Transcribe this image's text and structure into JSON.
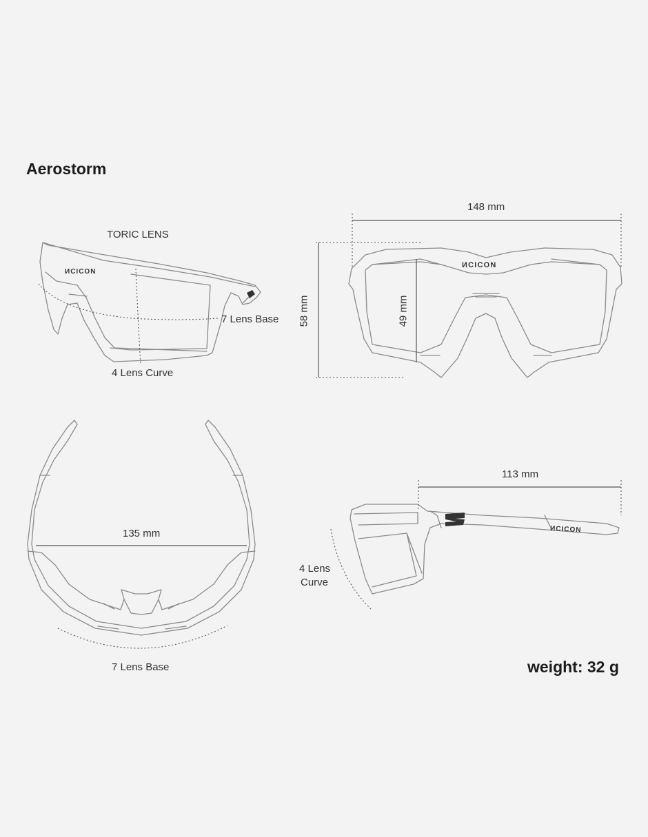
{
  "header": {
    "title": "Aerostorm"
  },
  "footer": {
    "weight": "weight: 32 g"
  },
  "views": {
    "front_angle": {
      "lens_type": "TORIC LENS",
      "base_label": "7 Lens Base",
      "curve_label": "4 Lens Curve"
    },
    "front": {
      "width_label": "148 mm",
      "height_label": "58 mm",
      "lens_height_label": "49 mm"
    },
    "top": {
      "width_label": "135 mm",
      "base_label": "7 Lens Base"
    },
    "side": {
      "temple_label": "113 mm",
      "curve_label_line1": "4 Lens",
      "curve_label_line2": "Curve"
    }
  },
  "brand": {
    "logo_text": "ИCICON",
    "logo_name": "scicon-logo"
  },
  "colors": {
    "background": "#f3f3f3",
    "line": "#8a8a8a",
    "text": "#222222"
  }
}
